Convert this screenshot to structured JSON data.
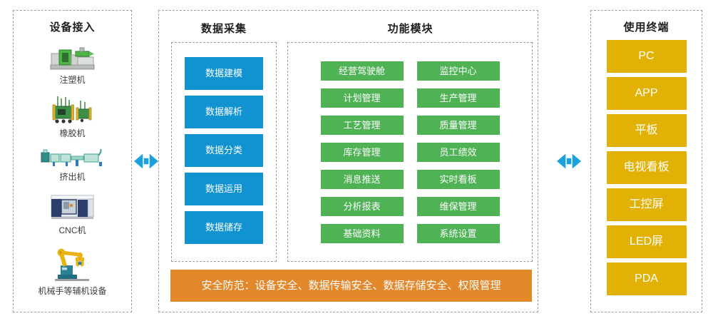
{
  "panels": {
    "devices": {
      "title": "设备接入",
      "items": [
        {
          "label": "注塑机",
          "icon": "injection-molding-machine-icon"
        },
        {
          "label": "橡胶机",
          "icon": "rubber-machine-icon"
        },
        {
          "label": "挤出机",
          "icon": "extruder-machine-icon"
        },
        {
          "label": "CNC机",
          "icon": "cnc-machine-icon"
        },
        {
          "label": "机械手等辅机设备",
          "icon": "robot-arm-icon"
        }
      ]
    },
    "data_collection": {
      "title": "数据采集",
      "items": [
        "数据建模",
        "数据解析",
        "数据分类",
        "数据运用",
        "数据储存"
      ]
    },
    "function_modules": {
      "title": "功能模块",
      "items": [
        "经营驾驶舱",
        "监控中心",
        "计划管理",
        "生产管理",
        "工艺管理",
        "质量管理",
        "库存管理",
        "员工绩效",
        "消息推送",
        "实时看板",
        "分析报表",
        "维保管理",
        "基础资料",
        "系统设置"
      ]
    },
    "security_bar": {
      "label": "安全防范：设备安全、数据传输安全、数据存储安全、权限管理"
    },
    "terminals": {
      "title": "使用终端",
      "items": [
        "PC",
        "APP",
        "平板",
        "电视看板",
        "工控屏",
        "LED屏",
        "PDA"
      ]
    }
  },
  "colors": {
    "blue_box": "#1193D2",
    "green_box": "#4FB254",
    "yellow_box": "#E2B106",
    "orange_bar": "#E2872A",
    "arrow": "#1BA2DC"
  }
}
